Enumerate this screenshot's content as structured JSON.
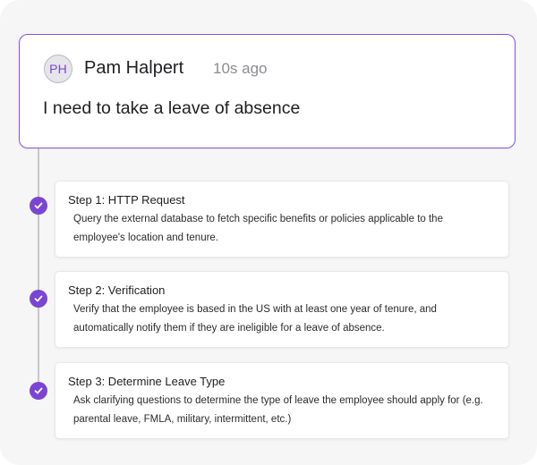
{
  "message": {
    "avatar_initials": "PH",
    "author": "Pam Halpert",
    "timestamp": "10s ago",
    "text": "I need to take a leave of absence"
  },
  "steps": [
    {
      "title": "Step 1: HTTP Request",
      "description": "Query the external database to fetch specific benefits or policies applicable to the employee's location and tenure.",
      "status_icon": "check-icon"
    },
    {
      "title": "Step 2: Verification",
      "description": "Verify that the employee is based in the US with at least one year of tenure, and automatically notify them if they are ineligible for a leave of absence.",
      "status_icon": "check-icon"
    },
    {
      "title": "Step 3: Determine Leave Type",
      "description": "Ask clarifying questions to determine the type of leave the employee should apply for (e.g. parental leave, FMLA, military, intermittent, etc.)",
      "status_icon": "check-icon"
    }
  ],
  "colors": {
    "accent": "#7b45d3",
    "card_border": "#8a53d8",
    "timeline": "#c6c6cc",
    "background": "#f6f6f7"
  }
}
